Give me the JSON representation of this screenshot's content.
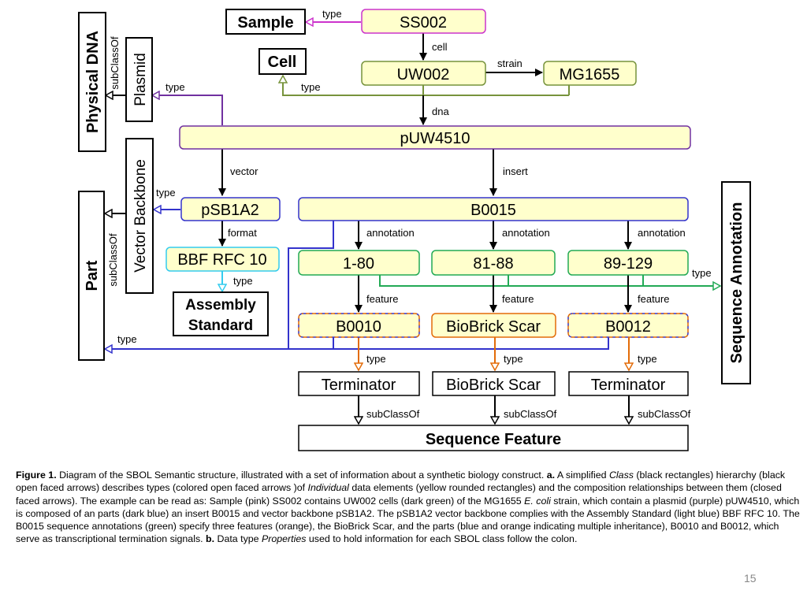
{
  "diagram": {
    "classes": {
      "sample": "Sample",
      "cell": "Cell",
      "physical_dna": "Physical DNA",
      "plasmid": "Plasmid",
      "vector_backbone": "Vector Backbone",
      "part": "Part",
      "assembly_standard_line1": "Assembly",
      "assembly_standard_line2": "Standard",
      "sequence_annotation": "Sequence Annotation",
      "terminator_1": "Terminator",
      "biobrick_scar_class": "BioBrick Scar",
      "terminator_2": "Terminator",
      "sequence_feature": "Sequence Feature"
    },
    "individuals": {
      "ss002": "SS002",
      "uw002": "UW002",
      "mg1655": "MG1655",
      "puw4510": "pUW4510",
      "psb1a2": "pSB1A2",
      "b0015": "B0015",
      "bbf_rfc10": "BBF RFC 10",
      "ann_1_80": "1-80",
      "ann_81_88": "81-88",
      "ann_89_129": "89-129",
      "b0010": "B0010",
      "biobrick_scar": "BioBrick Scar",
      "b0012": "B0012"
    },
    "edge_labels": {
      "type_sample": "type",
      "cell": "cell",
      "strain": "strain",
      "type_cell": "type",
      "dna": "dna",
      "type_plasmid": "type",
      "subclassof_dna": "subClassOf",
      "vector": "vector",
      "insert": "insert",
      "type_vector": "type",
      "subclassof_part": "subClassOf",
      "format": "format",
      "type_assembly": "type",
      "annotation_1": "annotation",
      "annotation_2": "annotation",
      "annotation_3": "annotation",
      "type_seqann": "type",
      "feature_1": "feature",
      "feature_2": "feature",
      "feature_3": "feature",
      "type_part": "type",
      "type_feat_1": "type",
      "type_feat_2": "type",
      "type_feat_3": "type",
      "subclassof_1": "subClassOf",
      "subclassof_2": "subClassOf",
      "subclassof_3": "subClassOf"
    },
    "colors": {
      "individual_fill": "#FFFFCC",
      "pink": "#CC33CC",
      "dark_green": "#77933C",
      "purple": "#7030A0",
      "dark_blue": "#3333CC",
      "light_blue": "#33CCEE",
      "green": "#22AA55",
      "orange": "#E36C09",
      "black": "#000000"
    }
  },
  "caption": {
    "figure_label": "Figure 1.",
    "text_1": " Diagram of the SBOL Semantic structure, illustrated with a set of information about a synthetic biology construct.  ",
    "part_a": "a.",
    "text_2": " A simplified ",
    "class_word": "Class",
    "text_3": " (black rectangles) hierarchy (black open faced arrows) describes types (colored open faced arrows )of ",
    "individual_word": "Individual",
    "text_4": " data elements (yellow rounded rectangles) and the composition relationships between them (closed faced arrows).  The example can be read as: Sample (pink) SS002 contains UW002 cells (dark green) of the MG1655 ",
    "ecoli": "E. coli",
    "text_5": " strain, which contain a plasmid  (purple) pUW4510, which is composed of an parts (dark blue) an insert B0015 and vector backbone pSB1A2.  The pSB1A2 vector backbone complies with the Assembly Standard  (light blue) BBF RFC 10.  The B0015 sequence annotations (green) specify three features (orange), the  BioBrick Scar, and the parts (blue and orange indicating multiple inheritance), B0010 and B0012, which serve as transcriptional termination signals.   ",
    "part_b": "b.",
    "text_6": " Data type ",
    "properties_word": "Properties",
    "text_7": " used to hold information for each SBOL class follow the colon."
  },
  "page_number": "15"
}
